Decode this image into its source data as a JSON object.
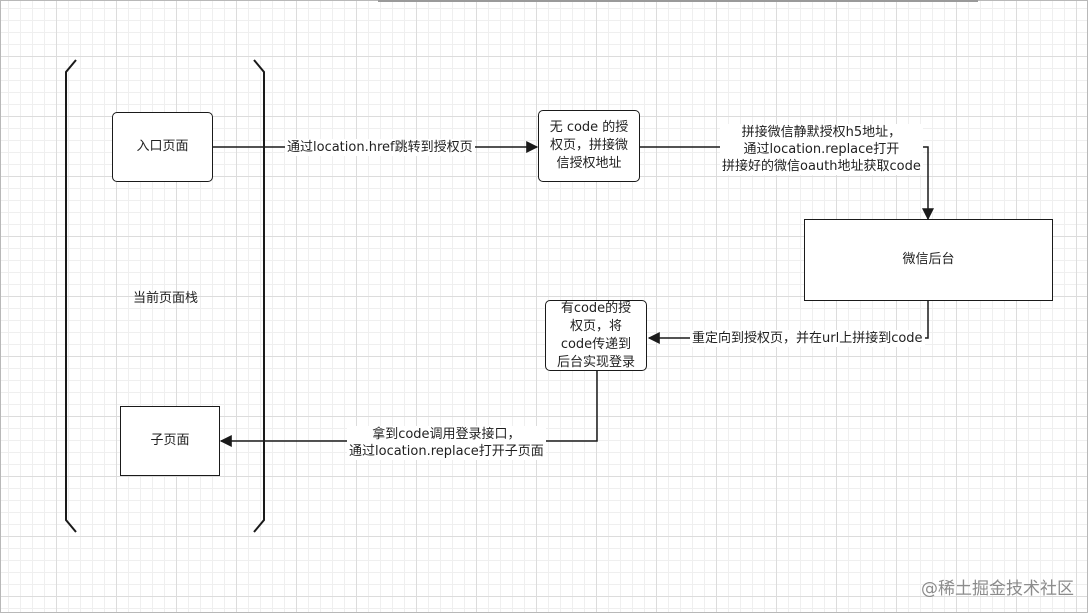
{
  "nodes": {
    "entry_page": "入口页面",
    "auth_no_code_lines": [
      "无 code 的授",
      "权页，拼接微",
      "信授权地址"
    ],
    "wechat_backend": "微信后台",
    "auth_with_code_lines": [
      "有code的授",
      "权页，将",
      "code传递到",
      "后台实现登录"
    ],
    "child_page": "子页面"
  },
  "stack_label": "当前页面栈",
  "edges": {
    "entry_to_auth": "通过location.href跳转到授权页",
    "auth_to_wechat_lines": [
      "拼接微信静默授权h5地址，",
      "通过location.replace打开",
      "拼接好的微信oauth地址获取code"
    ],
    "wechat_to_auth": "重定向到授权页，并在url上拼接到code",
    "auth_to_child_lines": [
      "拿到code调用登录接口，",
      "通过location.replace打开子页面"
    ]
  },
  "watermark": "@稀土掘金技术社区",
  "colors": {
    "stroke": "#1a1a1a",
    "grid": "#dcdcdc",
    "watermark": "#8c8c8c"
  }
}
